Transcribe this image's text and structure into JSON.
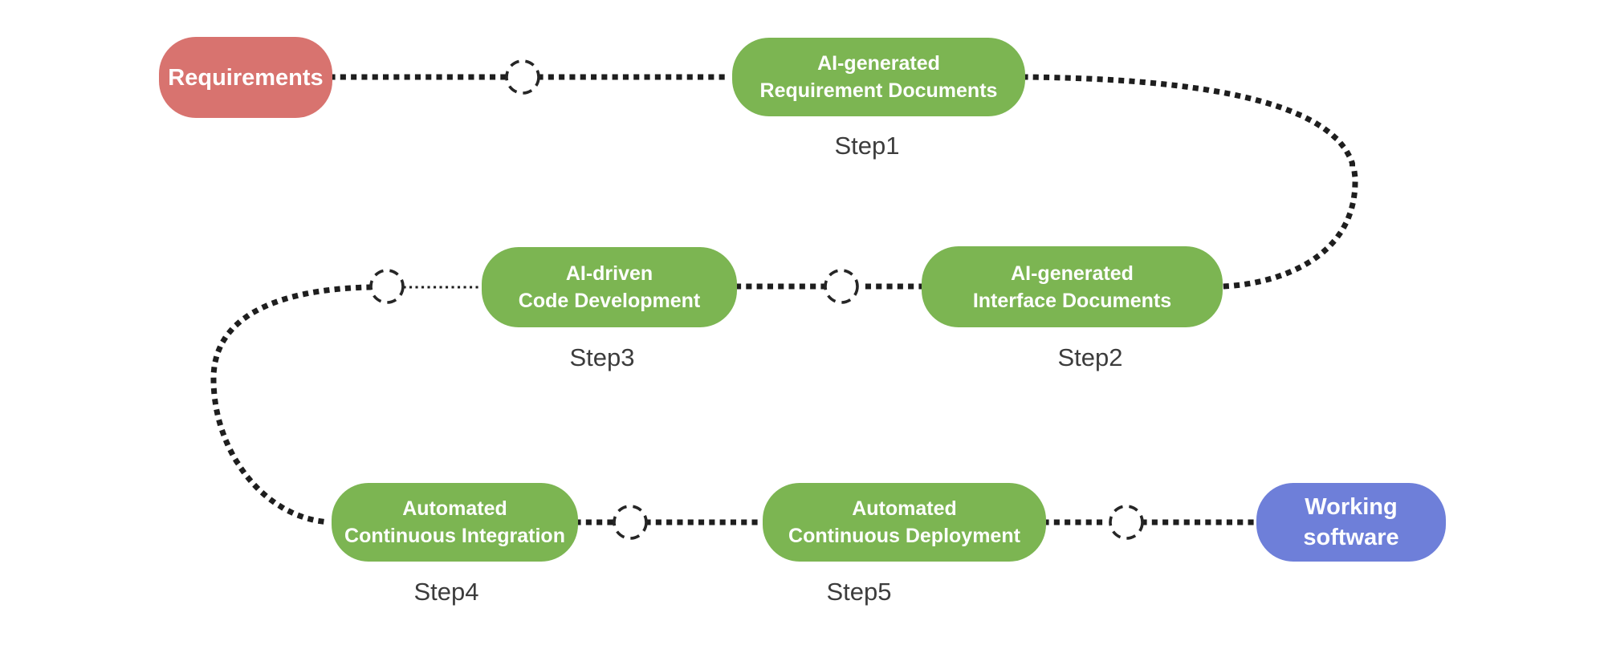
{
  "diagram": {
    "nodes": {
      "requirements": {
        "label": "Requirements"
      },
      "req_docs": {
        "line1": "AI-generated",
        "line2": "Requirement Documents",
        "step": "Step1"
      },
      "interface_docs": {
        "line1": "AI-generated",
        "line2": "Interface Documents",
        "step": "Step2"
      },
      "code_dev": {
        "line1": "AI-driven",
        "line2": "Code Development",
        "step": "Step3"
      },
      "ci": {
        "line1": "Automated",
        "line2": "Continuous Integration",
        "step": "Step4"
      },
      "cd": {
        "line1": "Automated",
        "line2": "Continuous Deployment",
        "step": "Step5"
      },
      "working": {
        "line1": "Working",
        "line2": "software"
      }
    },
    "colors": {
      "start_node": "#d8736f",
      "process_node": "#7cb552",
      "end_node": "#6e7fd9",
      "connector": "#1e1e1e",
      "waypoint_stroke": "#262626",
      "step_text": "#3c3c3c",
      "node_text": "#ffffff",
      "background": "#ffffff"
    }
  }
}
